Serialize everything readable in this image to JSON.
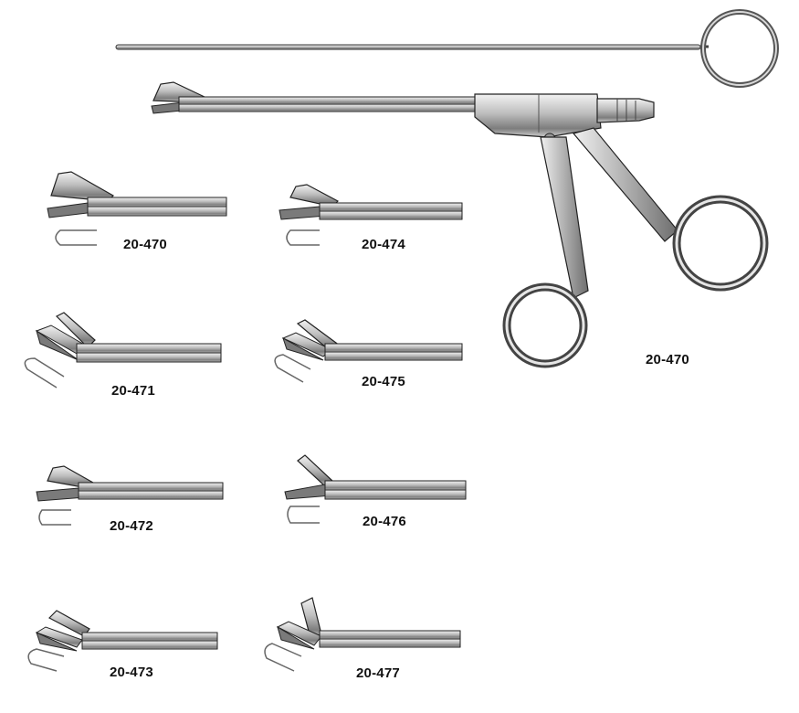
{
  "main_instrument": {
    "label": "20-470"
  },
  "variants": [
    {
      "label": "20-470"
    },
    {
      "label": "20-471"
    },
    {
      "label": "20-472"
    },
    {
      "label": "20-473"
    },
    {
      "label": "20-474"
    },
    {
      "label": "20-475"
    },
    {
      "label": "20-476"
    },
    {
      "label": "20-477"
    }
  ],
  "colors": {
    "steel_dark": "#3a3a3a",
    "steel_mid": "#9a9a9a",
    "steel_light": "#e2e2e2",
    "outline": "#222222"
  }
}
